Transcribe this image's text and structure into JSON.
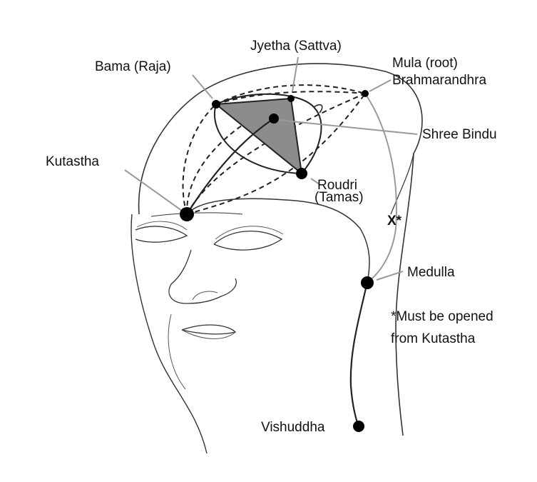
{
  "labels": {
    "jyetha": "Jyetha (Sattva)",
    "bama": "Bama (Raja)",
    "mula_line1": "Mula (root)",
    "mula_line2": "Brahmarandhra",
    "shree_bindu": "Shree Bindu",
    "kutastha": "Kutastha",
    "roudri_line1": "Roudri",
    "roudri_line2": "(Tamas)",
    "x_mark": "X*",
    "medulla": "Medulla",
    "note_line1": "*Must be opened",
    "note_line2": "from Kutastha",
    "vishuddha": "Vishuddha"
  },
  "colors": {
    "outline": "#222222",
    "pointer": "#9a9a9a",
    "triangle_fill": "#8c8c8c",
    "dot": "#000000"
  }
}
